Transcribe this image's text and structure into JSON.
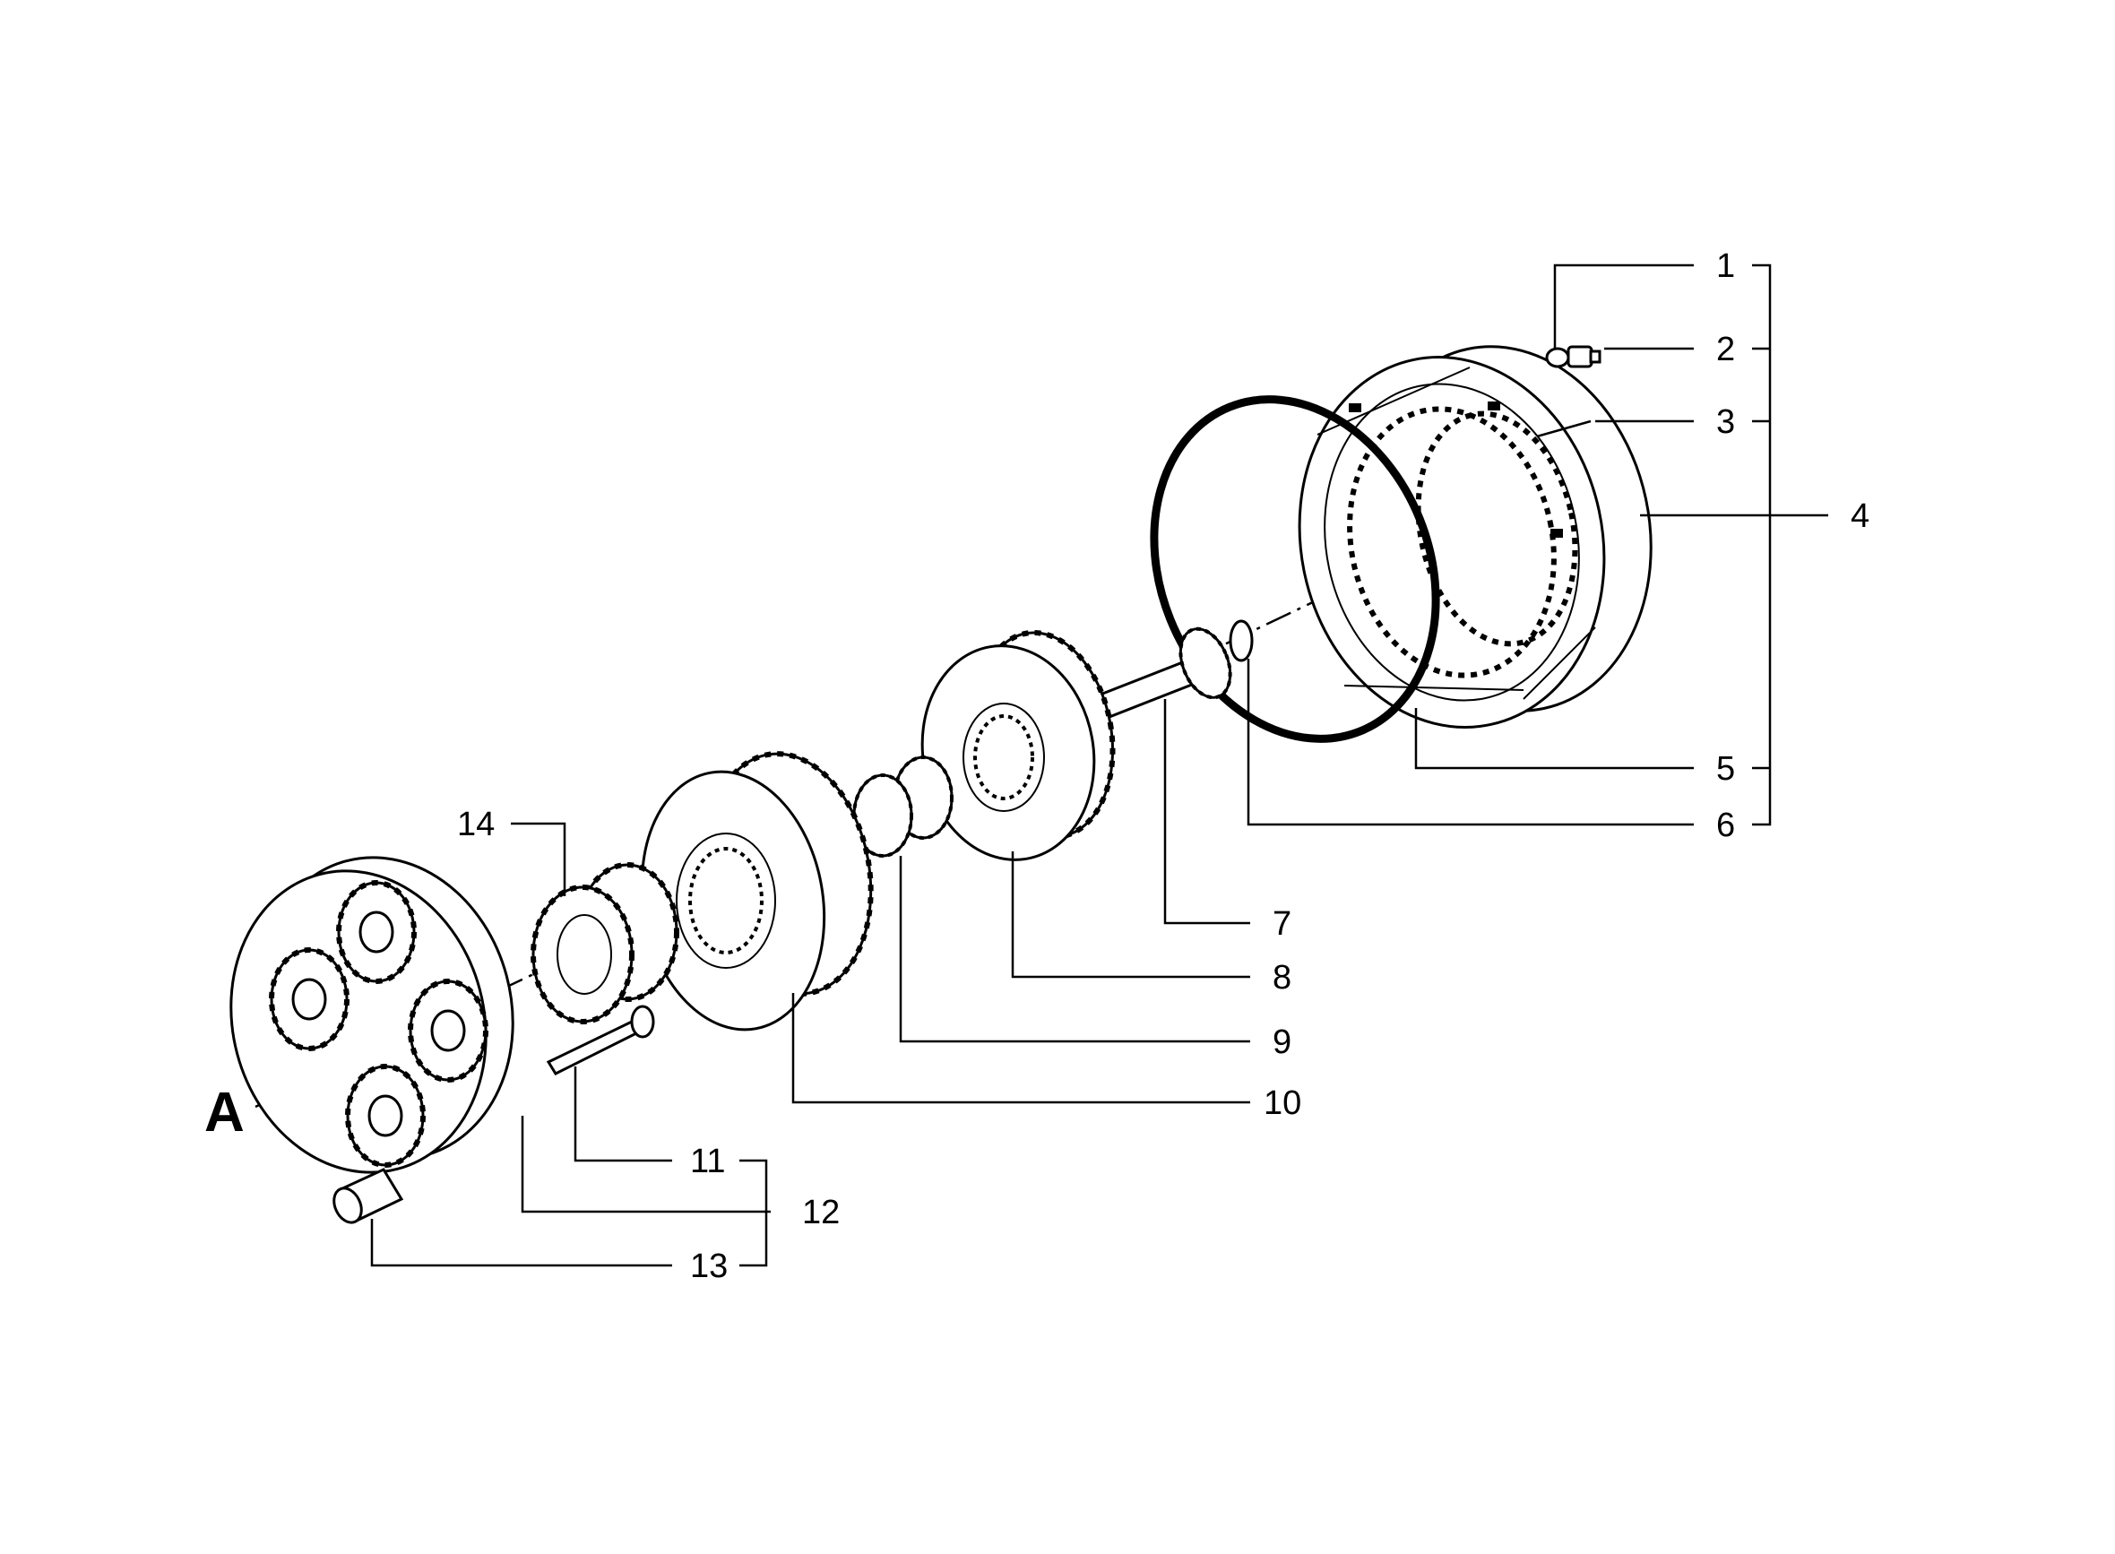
{
  "diagram": {
    "axis_label": "A",
    "callouts": [
      {
        "id": "1",
        "label": "1"
      },
      {
        "id": "2",
        "label": "2"
      },
      {
        "id": "3",
        "label": "3"
      },
      {
        "id": "4",
        "label": "4"
      },
      {
        "id": "5",
        "label": "5"
      },
      {
        "id": "6",
        "label": "6"
      },
      {
        "id": "7",
        "label": "7"
      },
      {
        "id": "8",
        "label": "8"
      },
      {
        "id": "9",
        "label": "9"
      },
      {
        "id": "10",
        "label": "10"
      },
      {
        "id": "11",
        "label": "11"
      },
      {
        "id": "12",
        "label": "12"
      },
      {
        "id": "13",
        "label": "13"
      },
      {
        "id": "14",
        "label": "14"
      }
    ]
  }
}
